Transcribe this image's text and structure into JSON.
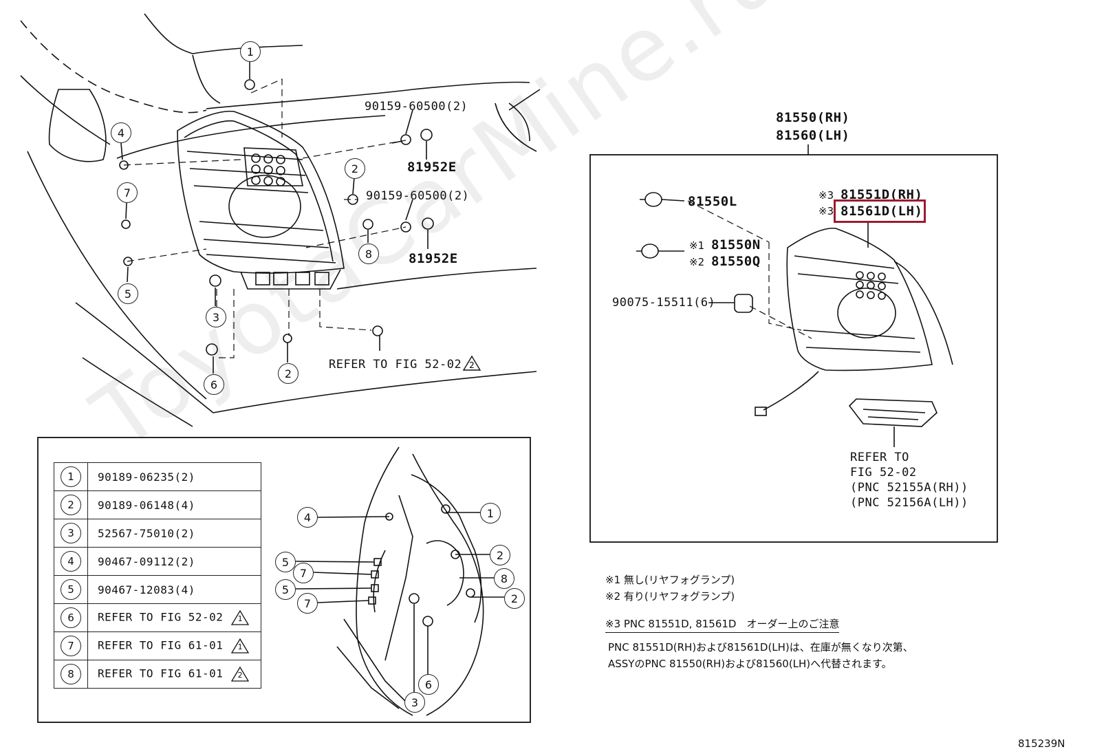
{
  "watermark": "ToyotaCarMine.ru",
  "figure_code": "815239N",
  "top_labels": {
    "bolt_1": "90159-60500(2)",
    "cap_1": "81952E",
    "bolt_2": "90159-60500(2)",
    "cap_2": "81952E",
    "refer_main": "REFER TO FIG 52-02",
    "refer_main_tri": "2"
  },
  "assembly": {
    "rh": "81550(RH)",
    "lh": "81560(LH)",
    "bulb_1": "81550L",
    "bulb_2a_mark": "※1",
    "bulb_2a": "81550N",
    "bulb_2b_mark": "※2",
    "bulb_2b": "81550Q",
    "gasket": "90075-15511(6)",
    "lens_rh_mark": "※3",
    "lens_rh": "81551D(RH)",
    "lens_lh_mark": "※3",
    "lens_lh": "81561D(LH)",
    "refer_lines": [
      "REFER TO",
      "FIG 52-02",
      "(PNC 52155A(RH))",
      "(PNC 52156A(LH))"
    ]
  },
  "callouts_top": [
    "1",
    "4",
    "7",
    "5",
    "2",
    "8",
    "3",
    "2",
    "6"
  ],
  "callouts_inset": [
    "4",
    "1",
    "5",
    "7",
    "2",
    "8",
    "5",
    "7",
    "2",
    "3",
    "6"
  ],
  "legend": [
    {
      "num": "1",
      "part": "90189-06235(2)",
      "tri": ""
    },
    {
      "num": "2",
      "part": "90189-06148(4)",
      "tri": ""
    },
    {
      "num": "3",
      "part": "52567-75010(2)",
      "tri": ""
    },
    {
      "num": "4",
      "part": "90467-09112(2)",
      "tri": ""
    },
    {
      "num": "5",
      "part": "90467-12083(4)",
      "tri": ""
    },
    {
      "num": "6",
      "part": "REFER TO FIG 52-02",
      "tri": "1"
    },
    {
      "num": "7",
      "part": "REFER TO FIG 61-01",
      "tri": "1"
    },
    {
      "num": "8",
      "part": "REFER TO FIG 61-01",
      "tri": "2"
    }
  ],
  "notes": {
    "n1": "※1 無し(リヤフォグランプ)",
    "n2": "※2 有り(リヤフォグランプ)",
    "n3": "※3 PNC 81551D, 81561D　オーダー上のご注意",
    "n4": "PNC 81551D(RH)および81561D(LH)は、在庫が無くなり次第、",
    "n5": "ASSYのPNC 81550(RH)および81560(LH)へ代替されます。"
  }
}
